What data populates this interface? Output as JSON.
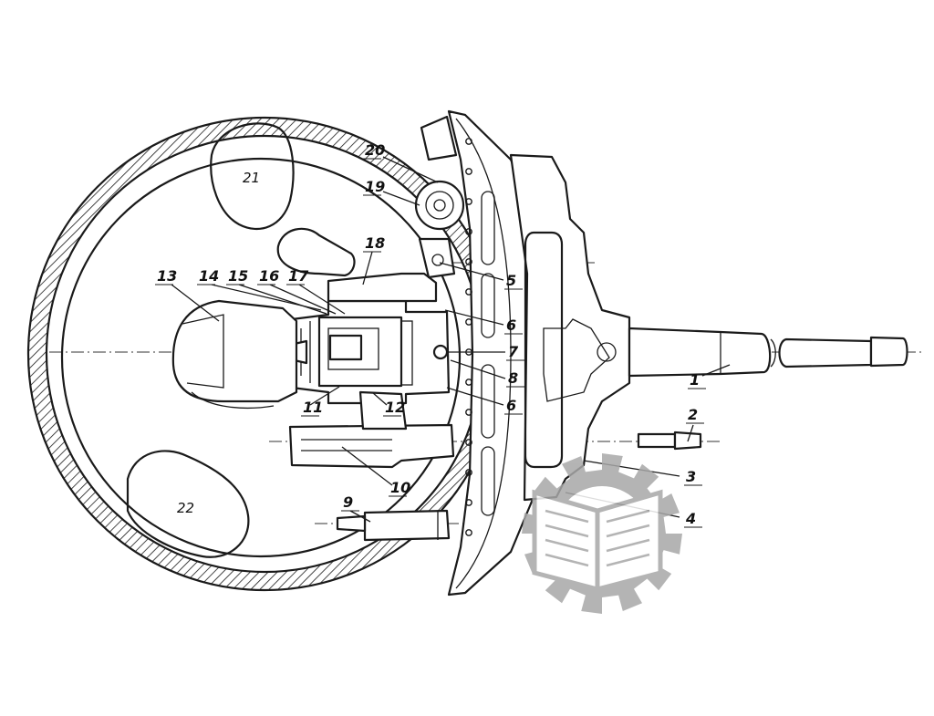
{
  "figure": {
    "part_labels": [
      {
        "id": "1",
        "text": "1"
      },
      {
        "id": "2",
        "text": "2"
      },
      {
        "id": "3",
        "text": "3"
      },
      {
        "id": "4",
        "text": "4"
      },
      {
        "id": "5",
        "text": "5"
      },
      {
        "id": "6a",
        "text": "6"
      },
      {
        "id": "6b",
        "text": "6"
      },
      {
        "id": "7",
        "text": "7"
      },
      {
        "id": "8",
        "text": "8"
      },
      {
        "id": "9",
        "text": "9"
      },
      {
        "id": "10",
        "text": "10"
      },
      {
        "id": "11",
        "text": "11"
      },
      {
        "id": "12",
        "text": "12"
      },
      {
        "id": "13",
        "text": "13"
      },
      {
        "id": "14",
        "text": "14"
      },
      {
        "id": "15",
        "text": "15"
      },
      {
        "id": "16",
        "text": "16"
      },
      {
        "id": "17",
        "text": "17"
      },
      {
        "id": "18",
        "text": "18"
      },
      {
        "id": "19",
        "text": "19"
      },
      {
        "id": "20",
        "text": "20"
      },
      {
        "id": "21",
        "text": "21"
      },
      {
        "id": "22",
        "text": "22"
      }
    ],
    "watermark": {
      "icon": "gear-book-logo-icon",
      "color": "#a8a8a8"
    }
  }
}
